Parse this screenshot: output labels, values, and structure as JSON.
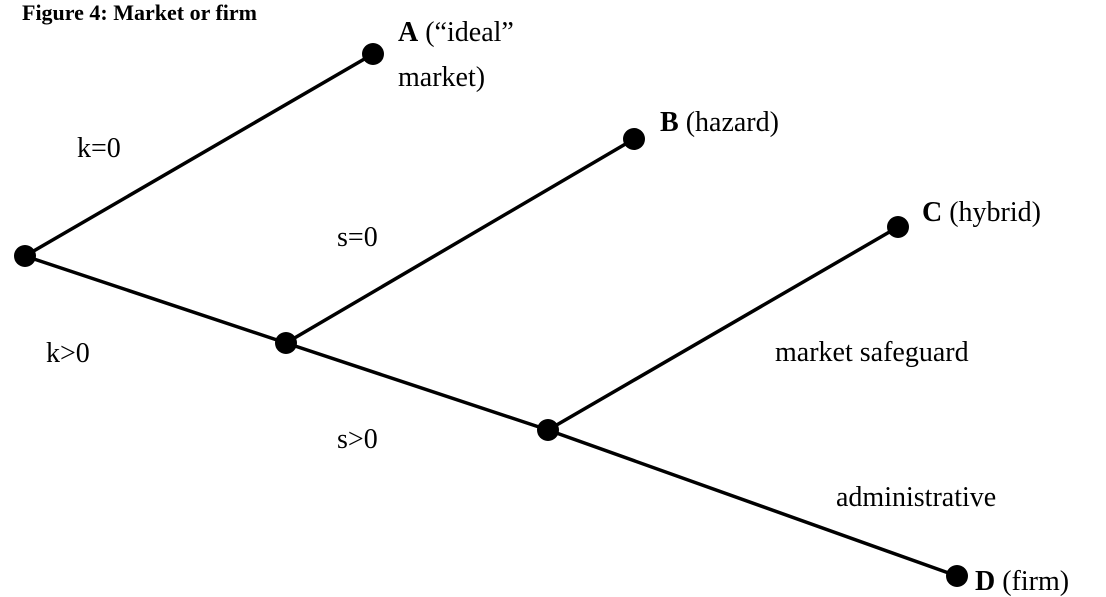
{
  "title": "Figure 4: Market or firm",
  "nodes": {
    "a": {
      "letter": "A",
      "line1": " (“ideal”",
      "line2": "market)"
    },
    "b": {
      "letter": "B",
      "text": " (hazard)"
    },
    "c": {
      "letter": "C",
      "text": " (hybrid)"
    },
    "d": {
      "letter": "D",
      "text": " (firm)"
    }
  },
  "edge_labels": {
    "k_zero": "k=0",
    "k_positive": "k>0",
    "s_zero": "s=0",
    "s_positive": "s>0",
    "market_safeguard": "market safeguard",
    "administrative": "administrative"
  },
  "colors": {
    "ink": "#000000",
    "background": "#ffffff"
  }
}
